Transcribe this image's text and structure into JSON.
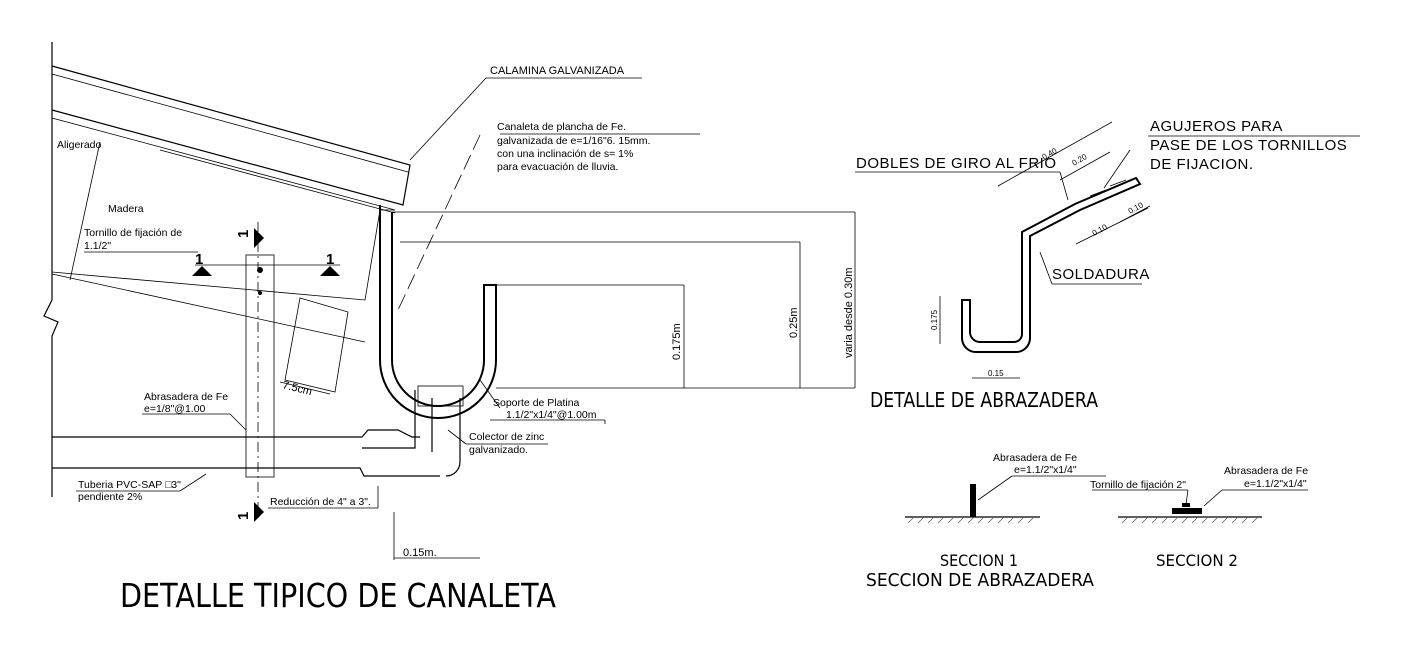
{
  "labels": {
    "calamina": "CALAMINA GALVANIZADA",
    "canaleta_1": "Canaleta de plancha de Fe.",
    "canaleta_2": "galvanizada de e=1/16\"6. 15mm.",
    "canaleta_3": "con una inclinación de s= 1%",
    "canaleta_4": "para evacuación de lluvia.",
    "aligerado": "Aligerado",
    "madera": "Madera",
    "tornillo_1": "Tornillo de fijación de",
    "tornillo_2": "1.1/2\"",
    "abrasadera_1": "Abrasadera de Fe",
    "abrasadera_2": "e=1/8\"@1.00",
    "tuberia_1": "Tuberia PVC-SAP □3\"",
    "tuberia_2": "pendiente 2%",
    "reduccion": "Reducción de 4\" a 3\".",
    "soporte_1": "Soporte de Platina",
    "soporte_2": "1.1/2\"x1/4\"@1.00m",
    "colector_1": "Colector de zinc",
    "colector_2": "galvanizado.",
    "dim_015m": "0.15m.",
    "dim_0175m": "0.175m",
    "dim_025m": "0.25m",
    "dim_varia": "varia  desde  0.30m",
    "dim_75cm": "7.5cm",
    "cut_mark": "1"
  },
  "detail": {
    "agujeros_1": "AGUJEROS PARA",
    "agujeros_2": "PASE DE LOS TORNILLOS",
    "agujeros_3": "DE FIJACION.",
    "dobles": "DOBLES DE GIRO AL FRIO",
    "soldadura": "SOLDADURA",
    "d040": "0.40",
    "d020": "0.20",
    "d010a": "0.10",
    "d010b": "0.10",
    "d0175": "0.175",
    "d015": "0.15"
  },
  "sections": {
    "s1_label_1": "Abrasadera de Fe",
    "s1_label_2": "e=1.1/2\"x1/4\"",
    "s2_tornillo": "Tornillo de fijación 2\"",
    "s2_label_1": "Abrasadera de Fe",
    "s2_label_2": "e=1.1/2\"x1/4\""
  },
  "titles": {
    "main": "DETALLE TIPICO DE CANALETA",
    "abrazadera": "DETALLE DE ABRAZADERA",
    "seccion1": "SECCION 1",
    "seccion_abrazadera": "SECCION DE ABRAZADERA",
    "seccion2": "SECCION 2"
  }
}
